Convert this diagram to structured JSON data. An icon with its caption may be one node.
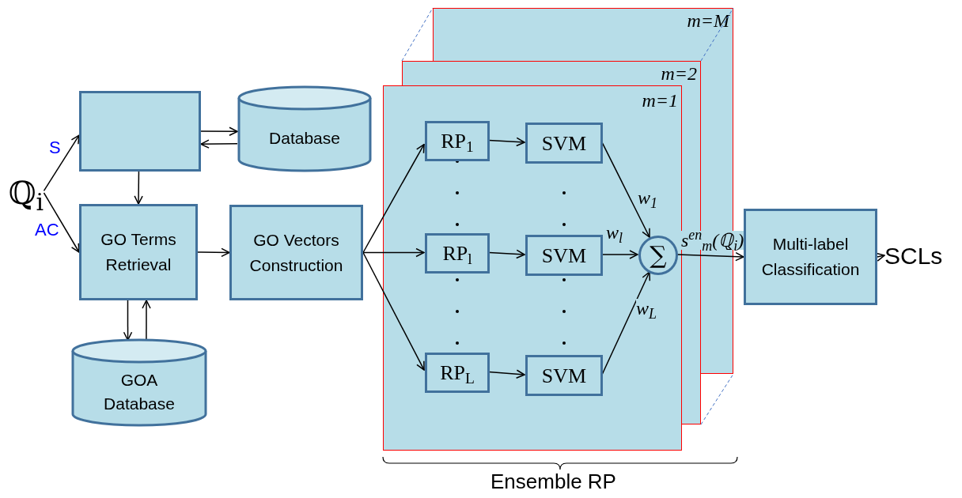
{
  "diagram": {
    "nodes": [
      {
        "text": [
          "ℚ$_{i}$"
        ]
      },
      {
        "text": [],
        "shape": "box"
      },
      {
        "text": [
          "Database"
        ]
      },
      {
        "text": [
          "GO Terms Retrieval"
        ]
      },
      {
        "text": [
          "GOA Database"
        ]
      },
      {
        "text": [
          "GO Vectors Construction"
        ]
      },
      {
        "text": [
          "m=M"
        ]
      },
      {
        "text": [
          "m=2"
        ]
      },
      {
        "text": [
          "m=1"
        ]
      },
      {
        "text": [
          "RP$_{1}$"
        ],
        "in": 8
      },
      {
        "text": [
          "SVM"
        ],
        "in": 8
      },
      {
        "text": [
          "RP$_{l}$"
        ],
        "in": 8
      },
      {
        "text": [
          "SVM"
        ],
        "in": 8
      },
      {
        "text": [
          "RP$_{L}$"
        ],
        "in": 8
      },
      {
        "text": [
          "SVM"
        ],
        "in": 8
      },
      {
        "text": [
          "∑"
        ],
        "in": 8
      },
      {
        "text": [
          "Multi-label Classification"
        ]
      },
      {
        "text": [
          "SCLs"
        ]
      }
    ],
    "edges": [
      {
        "from": 0,
        "to": 1,
        "arrow": "to",
        "label": "S"
      },
      {
        "from": 0,
        "to": 3,
        "arrow": "to",
        "label": "AC"
      },
      {
        "from": 1,
        "to": 2,
        "arrow": "to"
      },
      {
        "from": 2,
        "to": 1,
        "arrow": "to"
      },
      {
        "from": 1,
        "to": 3,
        "arrow": "to"
      },
      {
        "from": 3,
        "to": 4,
        "arrow": "to"
      },
      {
        "from": 4,
        "to": 3,
        "arrow": "to"
      },
      {
        "from": 3,
        "to": 5,
        "arrow": "to"
      },
      {
        "from": 5,
        "to": 9,
        "arrow": "to"
      },
      {
        "from": 5,
        "to": 11,
        "arrow": "to"
      },
      {
        "from": 5,
        "to": 13,
        "arrow": "to"
      },
      {
        "from": 9,
        "to": 10,
        "arrow": "to"
      },
      {
        "from": 11,
        "to": 12,
        "arrow": "to"
      },
      {
        "from": 13,
        "to": 14,
        "arrow": "to"
      },
      {
        "from": 10,
        "to": 15,
        "arrow": "to",
        "label": "w$_{1}$"
      },
      {
        "from": 12,
        "to": 15,
        "arrow": "to",
        "label": "w$_{l}$"
      },
      {
        "from": 14,
        "to": 15,
        "arrow": "to",
        "label": "w$_{L}$"
      },
      {
        "from": 15,
        "to": 16,
        "arrow": "to",
        "label": "s$^{en}$$_{m}$(ℚ$_{i}$)"
      },
      {
        "from": 16,
        "to": 17,
        "arrow": "to"
      }
    ],
    "labels": [
      "Ensemble RP"
    ]
  }
}
